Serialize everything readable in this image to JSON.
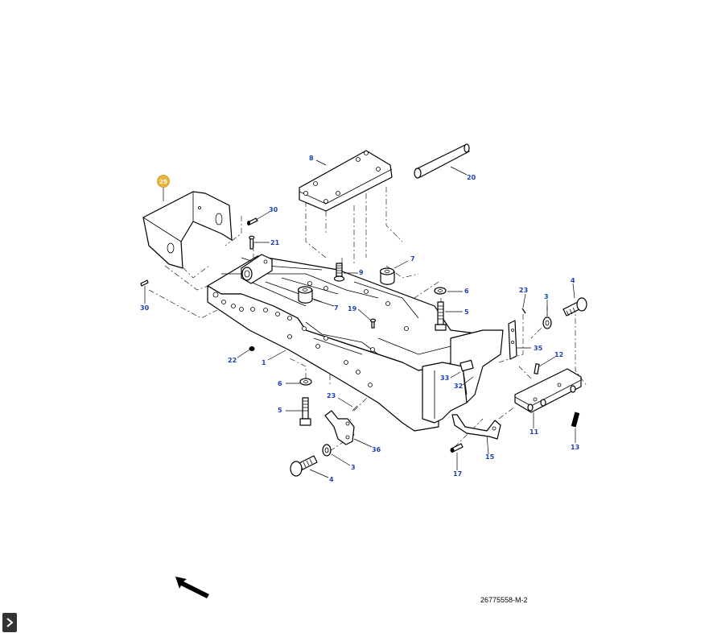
{
  "diagram": {
    "reference_number": "26775558-M-2",
    "selected_callout": "25",
    "selected_color": "#e8b53a",
    "callout_color": "#1a3fb8",
    "callouts": [
      "8",
      "20",
      "30",
      "21",
      "9",
      "7",
      "6",
      "23",
      "3",
      "4",
      "30",
      "7",
      "19",
      "5",
      "35",
      "22",
      "1",
      "12",
      "6",
      "33",
      "32",
      "23",
      "5",
      "11",
      "13",
      "36",
      "15",
      "17",
      "3",
      "4"
    ]
  },
  "controls": {
    "expand_icon": "chevron-right-icon",
    "arrow_icon": "direction-arrow-icon"
  }
}
